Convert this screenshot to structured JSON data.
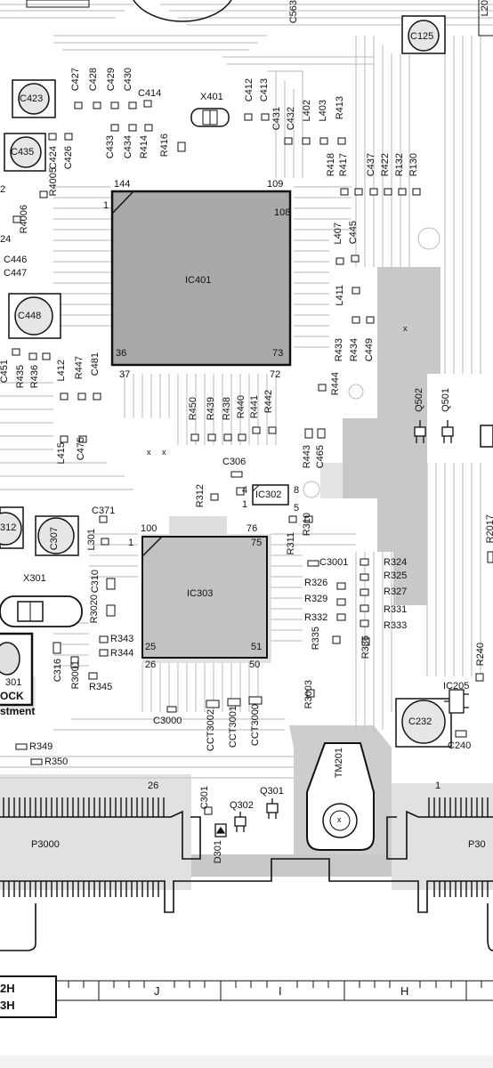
{
  "labels": {
    "c563": "C563",
    "c125": "C125",
    "l20": "L20",
    "c427": "C427",
    "c428": "C428",
    "c429": "C429",
    "c430": "C430",
    "c414": "C414",
    "c423": "C423",
    "x401": "X401",
    "c412": "C412",
    "c413": "C413",
    "c431": "C431",
    "c432": "C432",
    "l402": "L402",
    "l403": "L403",
    "r413": "R413",
    "c433": "C433",
    "c434": "C434",
    "r414": "R414",
    "r416": "R416",
    "c435": "C435",
    "c424": "C424",
    "c426": "C426",
    "r418": "R418",
    "r417": "R417",
    "c437": "C437",
    "r422": "R422",
    "r132": "R132",
    "r130": "R130",
    "n144": "144",
    "n109": "109",
    "n1a": "1",
    "n108": "108",
    "r4005": "R4005",
    "r4006": "R4006",
    "n2": "2",
    "n24": "24",
    "l407": "L407",
    "c445": "C445",
    "c446": "C446",
    "c447": "C447",
    "ic401": "IC401",
    "c448": "C448",
    "l411": "L411",
    "n36": "36",
    "n73": "73",
    "n37": "37",
    "n72": "72",
    "r433": "R433",
    "r434": "R434",
    "c449": "C449",
    "x_mark": "x",
    "c451": "C451",
    "r435": "R435",
    "r436": "R436",
    "l412": "L412",
    "r447": "R447",
    "c481": "C481",
    "r444": "R444",
    "q502": "Q502",
    "q501": "Q501",
    "r450": "R450",
    "r439": "R439",
    "r438": "R438",
    "r440": "R440",
    "r441": "R441",
    "r442": "R442",
    "l415": "L415",
    "c475": "C475",
    "r443": "R443",
    "c465": "C465",
    "c306": "C306",
    "r312": "R312",
    "ic302": "IC302",
    "n4": "4",
    "n1b": "1",
    "n5": "5",
    "n8": "8",
    "c371": "C371",
    "c312": "312",
    "c307": "C307",
    "l301": "L301",
    "n100": "100",
    "n76": "76",
    "n1c": "1",
    "n75": "75",
    "r311": "R311",
    "r310": "R310",
    "r2017": "R2017",
    "c3001": "C3001",
    "r324": "R324",
    "r325": "R325",
    "x301": "X301",
    "c310": "C310",
    "ic303": "IC303",
    "r326": "R326",
    "r327": "R327",
    "r329": "R329",
    "r331": "R331",
    "r332": "R332",
    "r333": "R333",
    "r3020": "R3020",
    "r343": "R343",
    "r344": "R344",
    "n25": "25",
    "n51": "51",
    "n26": "26",
    "n50": "50",
    "r335": "R335",
    "r336": "R336",
    "r240": "R240",
    "c316": "C316",
    "r3001": "R3001",
    "r345": "R345",
    "lock_301": "301",
    "lock": "OCK",
    "stment": "stment",
    "c3000": "C3000",
    "cct3002": "CCT3002",
    "cct3001": "CCT3001",
    "cct3000": "CCT3000",
    "r3003": "R3003",
    "ic205": "IC205",
    "c232": "C232",
    "c240": "C240",
    "r349": "R349",
    "r350": "R350",
    "tm201": "TM201",
    "n26b": "26",
    "n1d": "1",
    "c301": "C301",
    "q301": "Q301",
    "q302": "Q302",
    "p3000": "P3000",
    "p30": "P30",
    "d301": "D301"
  },
  "grid": {
    "row_2h": "2H",
    "row_3h": "3H",
    "col_j": "J",
    "col_i": "I",
    "col_h": "H"
  }
}
